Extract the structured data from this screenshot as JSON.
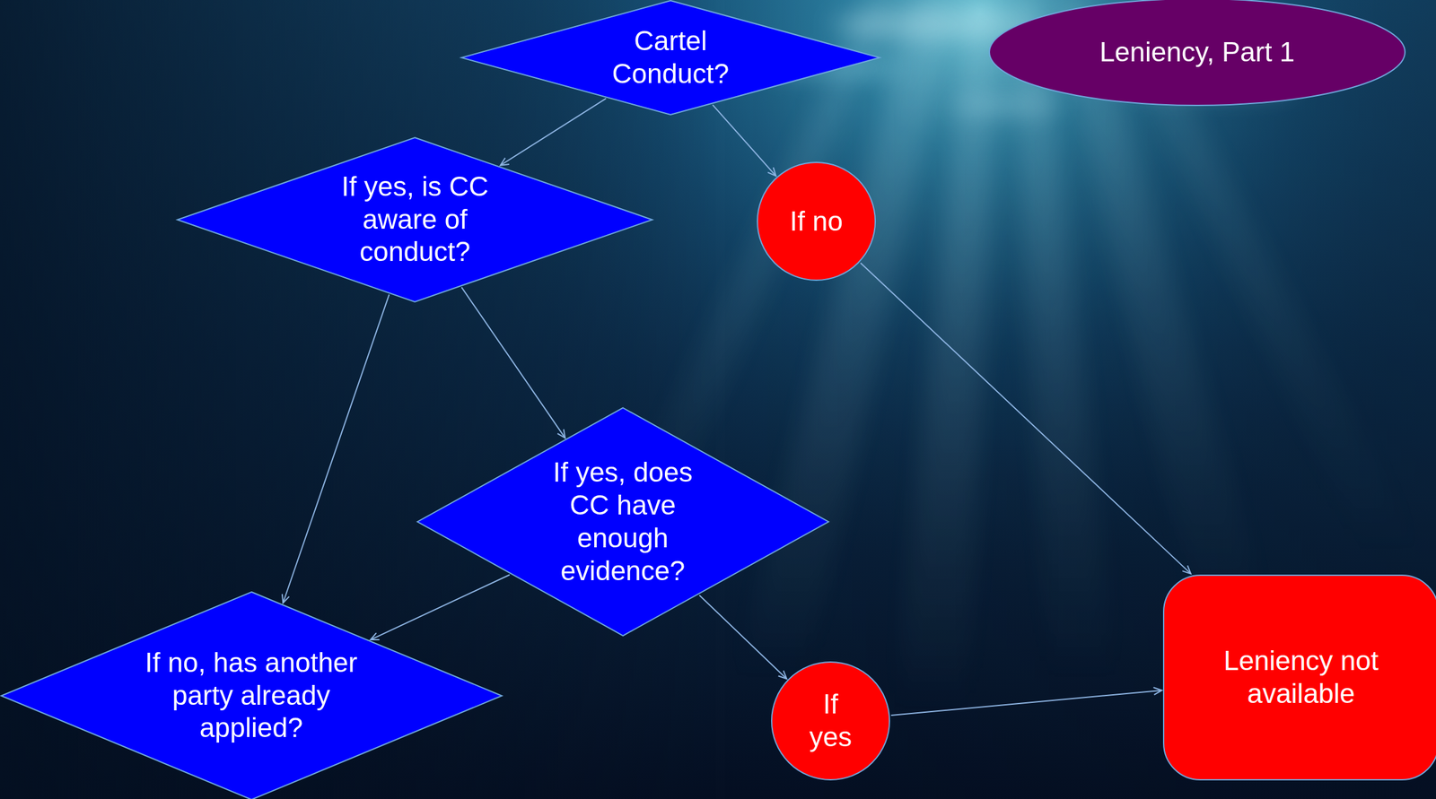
{
  "diagram": {
    "nodes": [
      {
        "text": [
          "Cartel Conduct?"
        ]
      },
      {
        "text": [
          "Leniency, Part 1"
        ]
      },
      {
        "text": [
          "If yes, is CC aware of conduct?"
        ]
      },
      {
        "text": [
          "If no"
        ]
      },
      {
        "text": [
          "If yes, does CC have enough evidence?"
        ]
      },
      {
        "text": [
          "If no, has another party already applied?"
        ]
      },
      {
        "text": [
          "If yes"
        ]
      },
      {
        "text": [
          "Leniency not available"
        ]
      }
    ],
    "edges": [
      {
        "from": 0,
        "to": 2,
        "arrow": "to"
      },
      {
        "from": 0,
        "to": 3,
        "arrow": "to"
      },
      {
        "from": 2,
        "to": 5,
        "arrow": "to"
      },
      {
        "from": 2,
        "to": 4,
        "arrow": "to"
      },
      {
        "from": 3,
        "to": 7,
        "arrow": "to"
      },
      {
        "from": 4,
        "to": 5,
        "arrow": "to"
      },
      {
        "from": 4,
        "to": 6,
        "arrow": "to"
      },
      {
        "from": 6,
        "to": 7,
        "arrow": "to"
      }
    ]
  }
}
